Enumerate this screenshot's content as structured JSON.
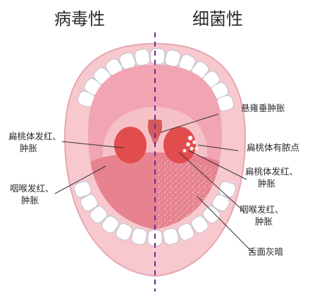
{
  "headers": {
    "left": "病毒性",
    "right": "细菌性"
  },
  "labels": {
    "left_tonsil": [
      "扁桃体发红、",
      "肿胀"
    ],
    "left_pharynx": [
      "咽喉发红、",
      "肿胀"
    ],
    "uvula": "悬雍垂肿胀",
    "pus": "扁桃体有脓点",
    "right_tonsil": [
      "扁桃体发红、",
      "肿胀"
    ],
    "right_pharynx": [
      "咽喉发红、",
      "肿胀"
    ],
    "tongue": "舌面灰暗"
  },
  "colors": {
    "lips": "#f8c8cf",
    "lips_outline": "#e6a7b1",
    "teeth": "#ffffff",
    "teeth_outline": "#b9c4cf",
    "palate": "#f1a5b2",
    "throat": "#f6c1c6",
    "tongue": "#e7828f",
    "tonsil": "#e14c4c",
    "divider": "#6a2b8f",
    "leader": "#333333"
  }
}
